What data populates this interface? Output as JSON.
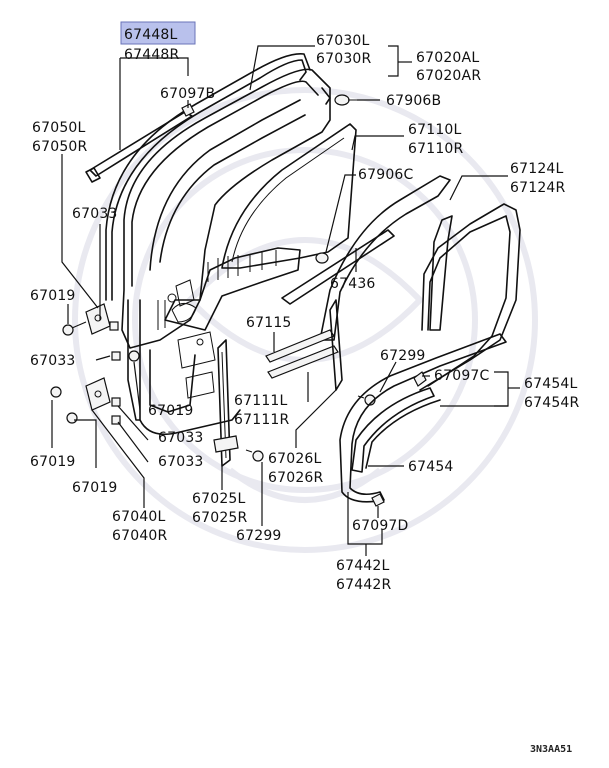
{
  "highlight_color": "#b9c1ec",
  "labels": {
    "p67448L": "67448L",
    "p67448R": "67448R",
    "p67097B": "67097B",
    "p67030L": "67030L",
    "p67030R": "67030R",
    "p67020AL": "67020AL",
    "p67020AR": "67020AR",
    "p67906B": "67906B",
    "p67050L": "67050L",
    "p67050R": "67050R",
    "p67110L": "67110L",
    "p67110R": "67110R",
    "p67906C": "67906C",
    "p67124L": "67124L",
    "p67124R": "67124R",
    "p67033a": "67033",
    "p67436": "67436",
    "p67019a": "67019",
    "p67115": "67115",
    "p67033b": "67033",
    "p67299a": "67299",
    "p67097C": "67097C",
    "p67454L": "67454L",
    "p67454R": "67454R",
    "p67111L": "67111L",
    "p67111R": "67111R",
    "p67019b": "67019",
    "p67033c": "67033",
    "p67019c": "67019",
    "p67033d": "67033",
    "p67454": "67454",
    "p67026L": "67026L",
    "p67026R": "67026R",
    "p67019d": "67019",
    "p67025L": "67025L",
    "p67025R": "67025R",
    "p67040L": "67040L",
    "p67040R": "67040R",
    "p67097D": "67097D",
    "p67299b": "67299",
    "p67442L": "67442L",
    "p67442R": "67442R"
  },
  "diagram_code": "3N3AA51"
}
